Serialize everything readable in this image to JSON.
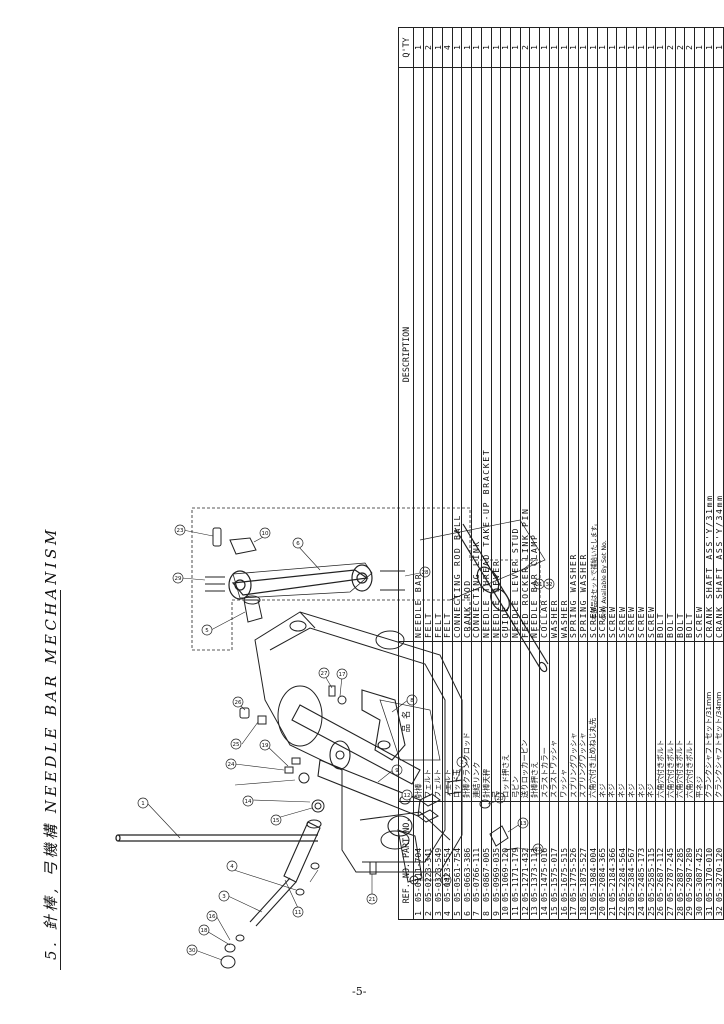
{
  "title": "5. 針棒, 弓機構  NEEDLE BAR MECHANISM",
  "page_number": "-5-",
  "note": {
    "line1": "本部品はセットで補給いたします。",
    "line2": "Only Available By Set No."
  },
  "table": {
    "headers": {
      "ref": "REF. NO.",
      "part": "PART NO.",
      "name": "品 名",
      "desc": "DESCRIPTION",
      "qty": "Q'TY"
    },
    "rows": [
      {
        "ref": "1",
        "part": "05-0111-704",
        "name": "針棒",
        "desc": "NEEDLE BAR",
        "qty": "1"
      },
      {
        "ref": "2",
        "part": "05-0223-341",
        "name": "フェルト",
        "desc": "FELT",
        "qty": "2"
      },
      {
        "ref": "3",
        "part": "05-0323-549",
        "name": "フェルト",
        "desc": "FELT",
        "qty": "1"
      },
      {
        "ref": "4",
        "part": "05-0423-554",
        "name": "フェルト",
        "desc": "FELT",
        "qty": "4"
      },
      {
        "ref": "5",
        "part": "05-0561-754",
        "name": "ロッド玉",
        "desc": "CONNECTING ROD BALL",
        "qty": "1"
      },
      {
        "ref": "6",
        "part": "05-0663-386",
        "name": "針棒クランクロッド",
        "desc": "CRANK ROD",
        "qty": "1"
      },
      {
        "ref": "7",
        "part": "05-0766-111",
        "name": "連結リンク",
        "desc": "CONNECTING LINK",
        "qty": "1"
      },
      {
        "ref": "8",
        "part": "05-0867-005",
        "name": "針棒天秤",
        "desc": "NEEDLE THREAD TAKE-UP BRACKET",
        "qty": "1"
      },
      {
        "ref": "9",
        "part": "05-0969-035",
        "name": "弓",
        "desc": "NEEDLE LEVER",
        "qty": "1"
      },
      {
        "ref": "10",
        "part": "05-1069-120",
        "name": "ロッド押さえ",
        "desc": "GUIDE",
        "qty": "1"
      },
      {
        "ref": "11",
        "part": "05-1171-179",
        "name": "弓ピン",
        "desc": "NEEDLE LEVER STUD",
        "qty": "1"
      },
      {
        "ref": "12",
        "part": "05-1271-432",
        "name": "送りロッカーピン",
        "desc": "FEED ROCKER LINK PIN",
        "qty": "2"
      },
      {
        "ref": "13",
        "part": "05-1373-113",
        "name": "針棒押さえ",
        "desc": "NEEDLE BAR CLAMP",
        "qty": "1"
      },
      {
        "ref": "14",
        "part": "05-1475-016",
        "name": "スラストカラー",
        "desc": "COLLAR",
        "qty": "1"
      },
      {
        "ref": "15",
        "part": "05-1575-017",
        "name": "スラストワッシャ",
        "desc": "WASHER",
        "qty": "1"
      },
      {
        "ref": "16",
        "part": "05-1675-515",
        "name": "ワッシャ",
        "desc": "WASHER",
        "qty": "1"
      },
      {
        "ref": "17",
        "part": "05-1775-526",
        "name": "スプリングワッシャ",
        "desc": "SPRING WASHER",
        "qty": "1"
      },
      {
        "ref": "18",
        "part": "05-1875-527",
        "name": "スプリングワッシャ",
        "desc": "SPRING WASHER",
        "qty": "1"
      },
      {
        "ref": "19",
        "part": "05-1984-004",
        "name": "六角穴付き止めねじ丸先",
        "desc": "SCREW",
        "qty": "1"
      },
      {
        "ref": "20",
        "part": "05-2084-365",
        "name": "ネジ",
        "desc": "SCREW",
        "qty": "1"
      },
      {
        "ref": "21",
        "part": "05-2184-366",
        "name": "ネジ",
        "desc": "SCREW",
        "qty": "1"
      },
      {
        "ref": "22",
        "part": "05-2284-564",
        "name": "ネジ",
        "desc": "SCREW",
        "qty": "1"
      },
      {
        "ref": "23",
        "part": "05-2384-567",
        "name": "ネジ",
        "desc": "SCREW",
        "qty": "1"
      },
      {
        "ref": "24",
        "part": "05-2485-173",
        "name": "ネジ",
        "desc": "SCREW",
        "qty": "1"
      },
      {
        "ref": "25",
        "part": "05-2585-115",
        "name": "ネジ",
        "desc": "SCREW",
        "qty": "1"
      },
      {
        "ref": "26",
        "part": "05-2687-112",
        "name": "六角穴付きボルト",
        "desc": "BOLT",
        "qty": "1"
      },
      {
        "ref": "27",
        "part": "05-2787-245",
        "name": "六角穴付きボルト",
        "desc": "BOLT",
        "qty": "2"
      },
      {
        "ref": "28",
        "part": "05-2887-285",
        "name": "六角穴付きボルト",
        "desc": "BOLT",
        "qty": "2"
      },
      {
        "ref": "29",
        "part": "05-2987-289",
        "name": "六角穴付きボルト",
        "desc": "BOLT",
        "qty": "2"
      },
      {
        "ref": "30",
        "part": "05-3087-425",
        "name": "平ネジ",
        "desc": "SCREW",
        "qty": "1"
      },
      {
        "ref": "31",
        "part": "05-3170-010",
        "name": "クランクシャフトセット/31mm",
        "desc": "CRANK SHAFT ASS'Y/31mm",
        "qty": "1"
      },
      {
        "ref": "32",
        "part": "05-3270-120",
        "name": "クランクシャフトセット/34mm",
        "desc": "CRANK SHAFT ASS'Y/34mm",
        "qty": "1"
      }
    ]
  },
  "callouts": [
    "1",
    "2",
    "3",
    "4",
    "5",
    "6",
    "7",
    "8",
    "9",
    "10",
    "11",
    "12",
    "13",
    "14",
    "15",
    "16",
    "17",
    "18",
    "19",
    "20",
    "21",
    "22",
    "23",
    "24",
    "25",
    "26",
    "27",
    "28",
    "29",
    "30",
    "31",
    "32"
  ]
}
